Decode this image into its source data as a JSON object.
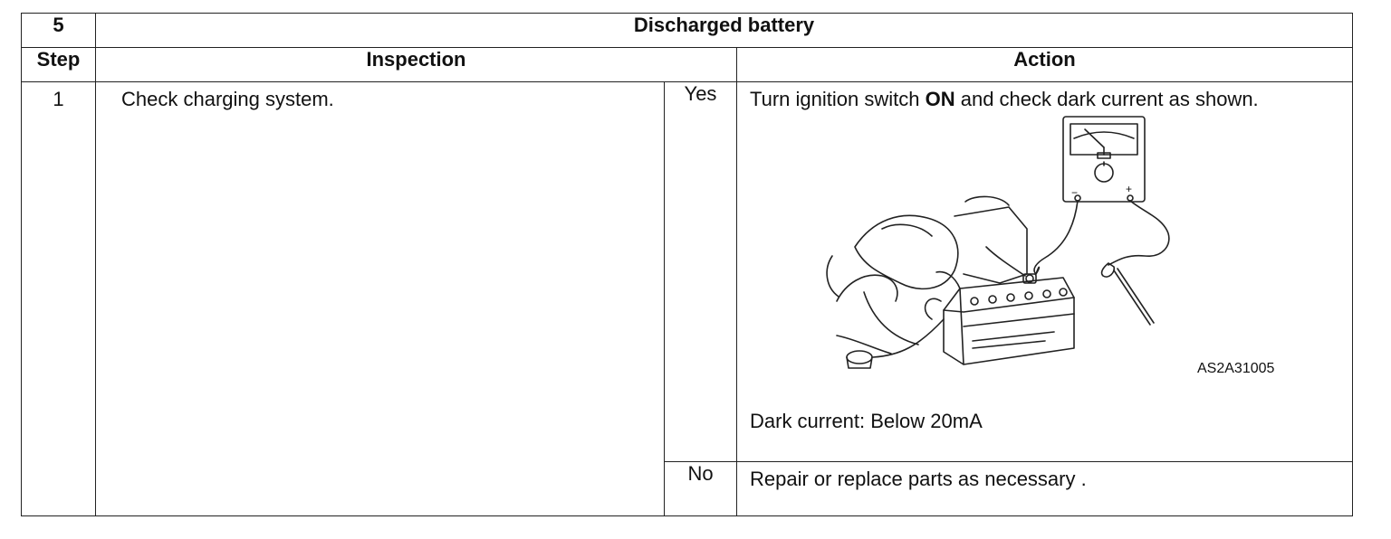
{
  "table": {
    "number": "5",
    "title": "Discharged battery",
    "col_step": "Step",
    "col_inspection": "Inspection",
    "col_action": "Action"
  },
  "row": {
    "step": "1",
    "inspection": "Check charging system.",
    "yes_label": "Yes",
    "yes_action_pre": "Turn ignition switch ",
    "yes_action_bold": "ON",
    "yes_action_post": " and check dark current as shown.",
    "figure_code": "AS2A31005",
    "dark_current": "Dark current: Below 20mA",
    "no_label": "No",
    "no_action": "Repair or replace parts as necessary ."
  },
  "figure": {
    "meter_minus": "−",
    "meter_plus": "+"
  }
}
